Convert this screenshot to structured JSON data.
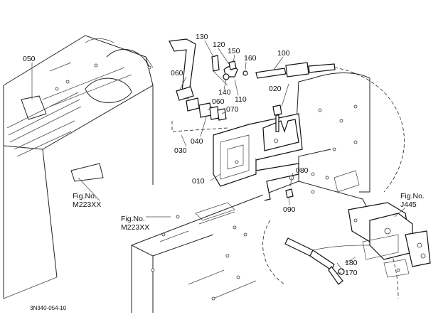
{
  "diagram": {
    "figure_code": "3N340-054-10",
    "parts": [
      "010",
      "020",
      "030",
      "040",
      "050",
      "060",
      "060",
      "070",
      "080",
      "090",
      "100",
      "110",
      "120",
      "130",
      "140",
      "150",
      "160",
      "170",
      "180"
    ],
    "references": [
      {
        "line1": "Fig.No.",
        "line2": "M223XX"
      },
      {
        "line1": "Fig.No.",
        "line2": "M223XX"
      },
      {
        "line1": "Fig.No.",
        "line2": "J445"
      }
    ]
  }
}
